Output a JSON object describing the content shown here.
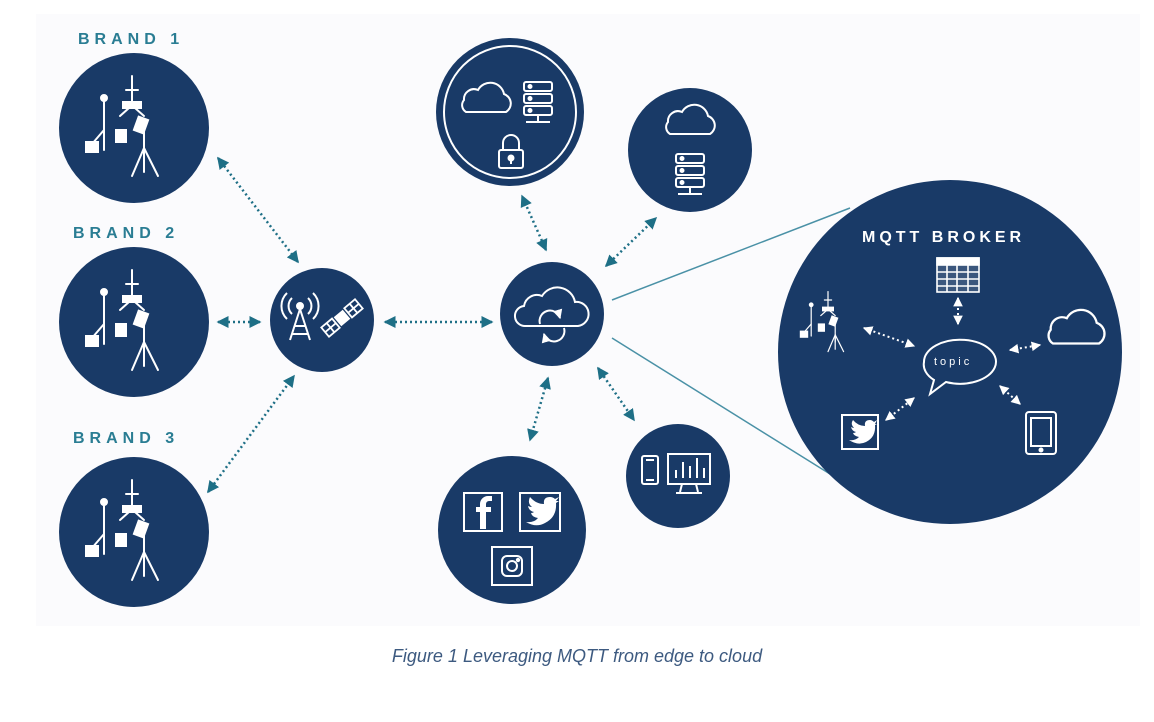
{
  "labels": {
    "brand1": "BRAND 1",
    "brand2": "BRAND 2",
    "brand3": "BRAND 3",
    "broker": "MQTT BROKER",
    "topic": "topic"
  },
  "caption": "Figure 1 Leveraging MQTT from edge to cloud",
  "colors": {
    "node_fill": "#193a67",
    "arrow": "#1e6f86",
    "label": "#2a7d93",
    "caption": "#3d5a80"
  },
  "icons": {
    "social": [
      "facebook-icon",
      "twitter-icon",
      "instagram-icon"
    ],
    "broker_clients": [
      "weather-station-icon",
      "table-icon",
      "cloud-icon",
      "twitter-icon",
      "tablet-icon"
    ]
  }
}
